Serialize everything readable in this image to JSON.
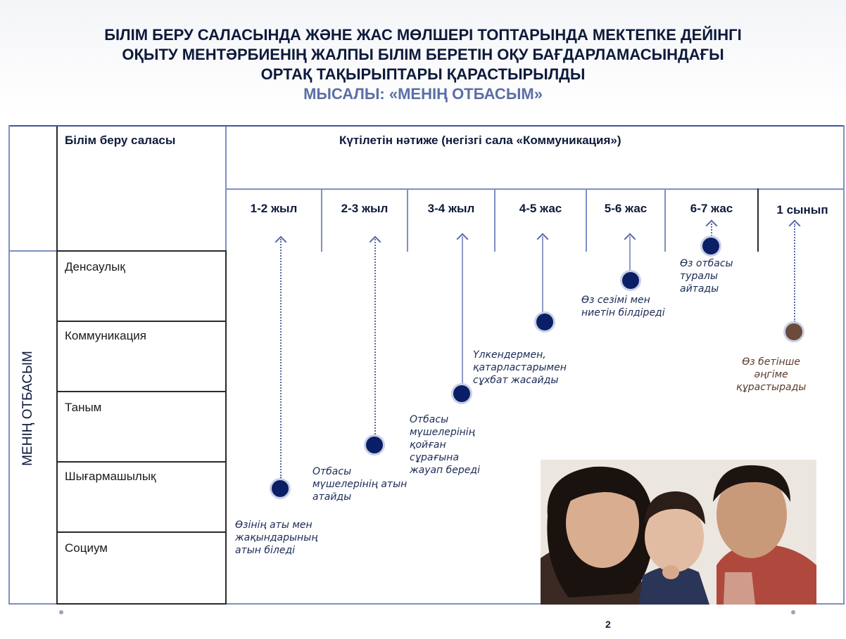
{
  "title": {
    "line1": "БІЛІМ БЕРУ САЛАСЫНДА ЖӘНЕ ЖАС МӨЛШЕРІ ТОПТАРЫНДА МЕКТЕПКЕ ДЕЙІНГІ",
    "line2": "ОҚЫТУ МЕНТӘРБИЕНІҢ ЖАЛПЫ БІЛІМ БЕРЕТІН ОҚУ БАҒДАРЛАМАСЫНДАҒЫ",
    "line3": "ОРТАҚ ТАҚЫРЫПТАРЫ ҚАРАСТЫРЫЛДЫ",
    "subtitle": "МЫСАЛЫ: «МЕНІҢ ОТБАСЫМ»"
  },
  "table": {
    "vertical_label": "МЕНІҢ ОТБАСЫМ",
    "col_area_header": "Білім беру саласы",
    "col_result_header": "Күтілетін нәтиже  (негізгі сала «Коммуникация»)",
    "ages": [
      "1-2 жыл",
      "2-3 жыл",
      "3-4 жыл",
      "4-5 жас",
      "5-6 жас",
      "6-7 жас",
      "1 сынып"
    ],
    "areas": [
      "Денсаулық",
      "Коммуникация",
      "Таным",
      "Шығармашылық",
      "Социум"
    ]
  },
  "milestones": [
    {
      "text1": "Өзінің аты мен",
      "text2": "жақындарының",
      "text3": "атын біледі"
    },
    {
      "text1": "Отбасы",
      "text2": "мүшелерінің атын",
      "text3": "атайды"
    },
    {
      "text1": "Отбасы",
      "text2": "мүшелерінің",
      "text3": "қойған",
      "text4": "сұрағына",
      "text5": "жауап береді"
    },
    {
      "text1": "Үлкендермен,",
      "text2": "қатарластарымен",
      "text3": "сұхбат жасайды"
    },
    {
      "text1": "Өз сезімі мен",
      "text2": "ниетін білдіреді"
    },
    {
      "text1": "Өз отбасы",
      "text2": "туралы",
      "text3": "айтады"
    },
    {
      "text1": "Өз бетінше",
      "text2": "әңгіме",
      "text3": "құрастырады"
    }
  ],
  "colors": {
    "accent": "#0b1f66",
    "frame": "#7e8fc4",
    "final_dot": "#6b4b3a"
  },
  "page_number": "2"
}
